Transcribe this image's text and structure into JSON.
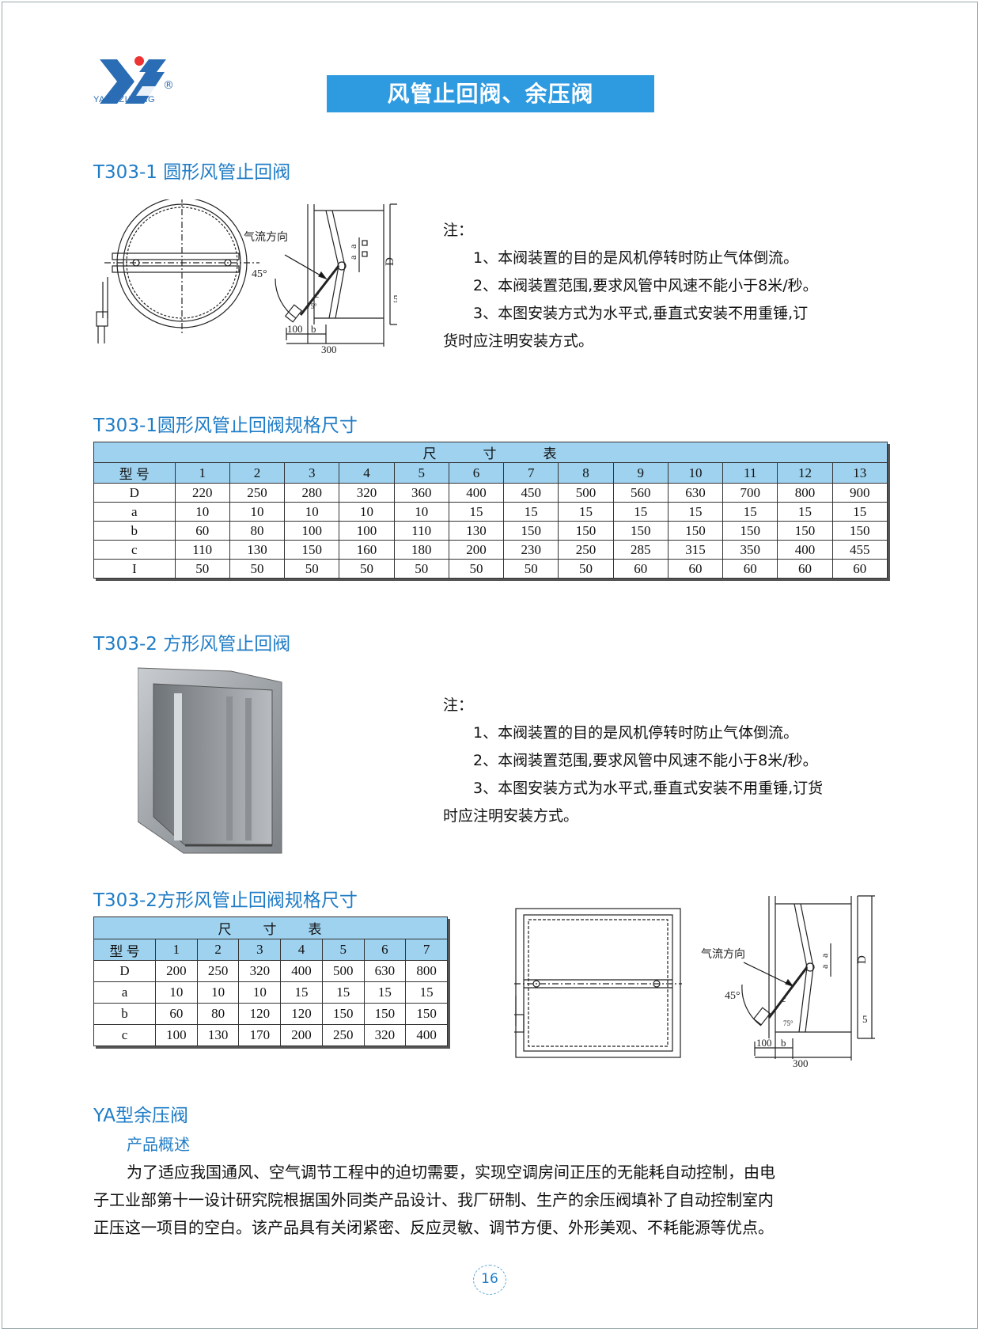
{
  "brand": {
    "name": "YANGZIJIANG",
    "reg": "®",
    "brand_color": "#2a6db5"
  },
  "page_title": "风管止回阀、余压阀",
  "section1": {
    "heading": "T303-1 圆形风管止回阀",
    "diagram": {
      "airflow": "气流方向",
      "angle45": "45°",
      "angle75": "75°",
      "d100": "100",
      "db": "b",
      "d300": "300",
      "dD": "D",
      "d5": "5",
      "da": "a",
      "dc": "c"
    },
    "notes": {
      "label": "注：",
      "lines": [
        "1、本阀装置的目的是风机停转时防止气体倒流。",
        "2、本阀装置范围,要求风管中风速不能小于8米/秒。",
        "3、本图安装方式为水平式,垂直式安装不用重锤,订",
        "货时应注明安装方式。"
      ]
    }
  },
  "table1": {
    "heading": "T303-1圆形风管止回阀规格尺寸",
    "caption": "尺　　　寸　　　表",
    "header": [
      "型 号",
      "1",
      "2",
      "3",
      "4",
      "5",
      "6",
      "7",
      "8",
      "9",
      "10",
      "11",
      "12",
      "13"
    ],
    "rows": [
      [
        "D",
        "220",
        "250",
        "280",
        "320",
        "360",
        "400",
        "450",
        "500",
        "560",
        "630",
        "700",
        "800",
        "900"
      ],
      [
        "a",
        "10",
        "10",
        "10",
        "10",
        "10",
        "15",
        "15",
        "15",
        "15",
        "15",
        "15",
        "15",
        "15"
      ],
      [
        "b",
        "60",
        "80",
        "100",
        "100",
        "110",
        "130",
        "150",
        "150",
        "150",
        "150",
        "150",
        "150",
        "150"
      ],
      [
        "c",
        "110",
        "130",
        "150",
        "160",
        "180",
        "200",
        "230",
        "250",
        "285",
        "315",
        "350",
        "400",
        "455"
      ],
      [
        "I",
        "50",
        "50",
        "50",
        "50",
        "50",
        "50",
        "50",
        "50",
        "60",
        "60",
        "60",
        "60",
        "60"
      ]
    ]
  },
  "section2": {
    "heading": "T303-2 方形风管止回阀",
    "notes": {
      "label": "注：",
      "lines": [
        "1、本阀装置的目的是风机停转时防止气体倒流。",
        "2、本阀装置范围,要求风管中风速不能小于8米/秒。",
        "3、本图安装方式为水平式,垂直式安装不用重锤,订货",
        "时应注明安装方式。"
      ]
    },
    "diagram": {
      "airflow": "气流方向",
      "angle45": "45°",
      "angle75": "75°",
      "d100": "100",
      "db": "b",
      "d300": "300",
      "dD": "D",
      "d5": "5",
      "da": "a",
      "dc": "c"
    }
  },
  "table2": {
    "heading": "T303-2方形风管止回阀规格尺寸",
    "caption": "尺　　寸　　表",
    "header": [
      "型 号",
      "1",
      "2",
      "3",
      "4",
      "5",
      "6",
      "7"
    ],
    "rows": [
      [
        "D",
        "200",
        "250",
        "320",
        "400",
        "500",
        "630",
        "800"
      ],
      [
        "a",
        "10",
        "10",
        "10",
        "15",
        "15",
        "15",
        "15"
      ],
      [
        "b",
        "60",
        "80",
        "120",
        "120",
        "150",
        "150",
        "150"
      ],
      [
        "c",
        "100",
        "130",
        "170",
        "200",
        "250",
        "320",
        "400"
      ]
    ]
  },
  "section3": {
    "heading": "YA型余压阀",
    "subheading": "产品概述",
    "paragraph": [
      "为了适应我国通风、空气调节工程中的迫切需要，实现空调房间正压的无能耗自动控制，由电",
      "子工业部第十一设计研究院根据国外同类产品设计、我厂研制、生产的余压阀填补了自动控制室内",
      "正压这一项目的空白。该产品具有关闭紧密、反应灵敏、调节方便、外形美观、不耗能源等优点。"
    ]
  },
  "page_number": "16",
  "colors": {
    "heading": "#1f7cc6",
    "title_bg": "#2e9ae0",
    "table_header": "#9fd2ef"
  }
}
